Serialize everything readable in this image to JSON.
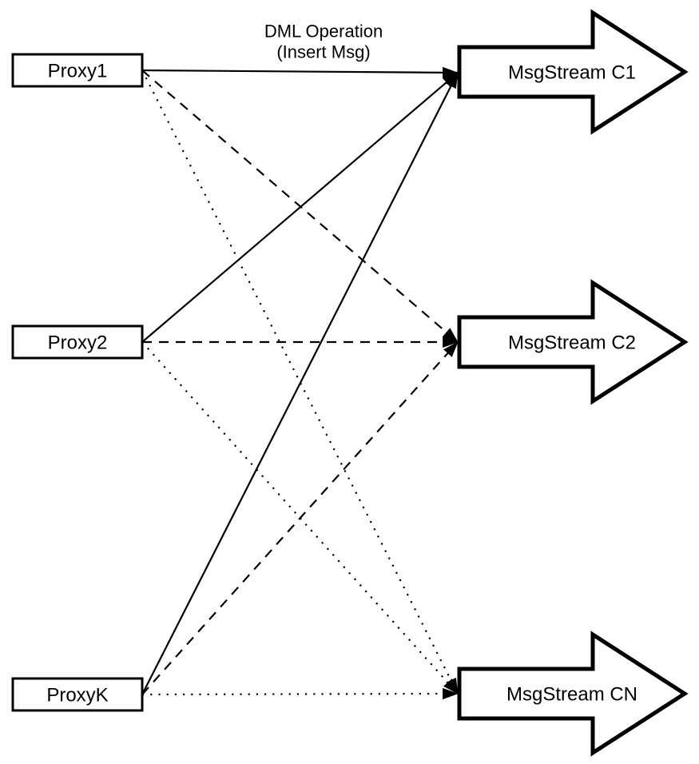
{
  "title": {
    "line1": "DML Operation",
    "line2": "(Insert Msg)"
  },
  "proxies": [
    {
      "label": "Proxy1"
    },
    {
      "label": "Proxy2"
    },
    {
      "label": "ProxyK"
    }
  ],
  "streams": [
    {
      "label": "MsgStream C1"
    },
    {
      "label": "MsgStream C2"
    },
    {
      "label": "MsgStream CN"
    }
  ],
  "edges": [
    {
      "from": "Proxy1",
      "to": "MsgStream C1",
      "style": "solid"
    },
    {
      "from": "Proxy2",
      "to": "MsgStream C1",
      "style": "solid"
    },
    {
      "from": "ProxyK",
      "to": "MsgStream C1",
      "style": "solid"
    },
    {
      "from": "Proxy1",
      "to": "MsgStream C2",
      "style": "dashed"
    },
    {
      "from": "Proxy2",
      "to": "MsgStream C2",
      "style": "dashed"
    },
    {
      "from": "ProxyK",
      "to": "MsgStream C2",
      "style": "dashed"
    },
    {
      "from": "Proxy1",
      "to": "MsgStream CN",
      "style": "dotted"
    },
    {
      "from": "Proxy2",
      "to": "MsgStream CN",
      "style": "dotted"
    },
    {
      "from": "ProxyK",
      "to": "MsgStream CN",
      "style": "dotted"
    }
  ],
  "colors": {
    "stroke": "#000000",
    "fill": "#ffffff",
    "background": "#ffffff"
  }
}
